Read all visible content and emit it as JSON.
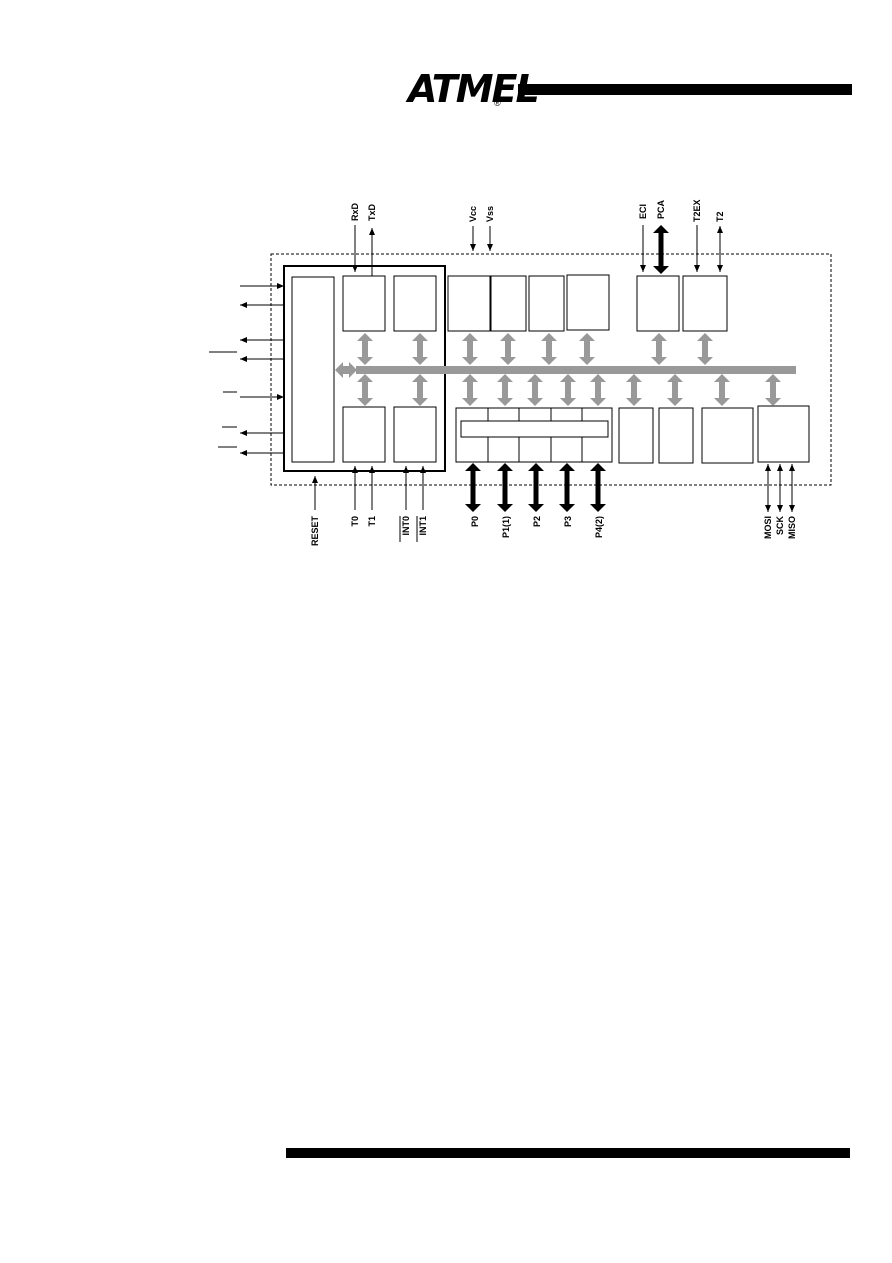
{
  "header": {
    "logo_text": "ATMEL",
    "logo_mark": "®"
  },
  "diagram": {
    "labels": {
      "rxd": "RxD",
      "txd": "TxD",
      "vcc": "Vcc",
      "vss": "Vss",
      "eci": "ECI",
      "pca": "PCA",
      "t2ex": "T2EX",
      "t2": "T2",
      "reset": "RESET",
      "t0": "T0",
      "t1": "T1",
      "int0": "INT0",
      "int1": "INT1",
      "p0": "P0",
      "p1": "P1(1)",
      "p2": "P2",
      "p3": "P3",
      "p4": "P4(2)",
      "mosi": "MOSI",
      "sck": "SCK",
      "miso": "MISO"
    },
    "colors": {
      "bus": "#999999",
      "line": "#000000"
    }
  }
}
